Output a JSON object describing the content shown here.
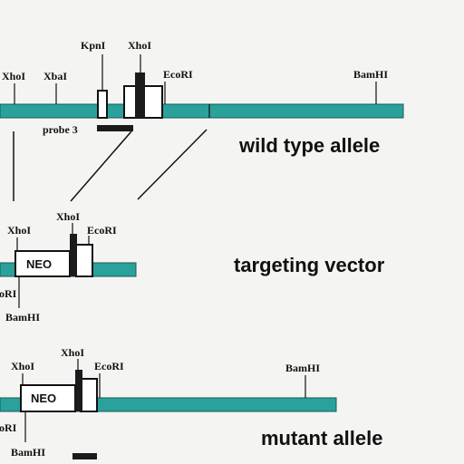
{
  "colors": {
    "chromosome": "#2aa19b",
    "chromosome_stroke": "#1a5a57",
    "box_fill": "#ffffff",
    "exon_dark": "#1b1b1b",
    "line": "#111111",
    "background": "#f4f4f2"
  },
  "wild_type": {
    "title": "wild type allele",
    "probe_label": "probe 3",
    "sites": {
      "xhoi_left": "XhoI",
      "xbai": "XbaI",
      "kpni": "KpnI",
      "xhoi_mid": "XhoI",
      "ecori": "EcoRI",
      "bamhi": "BamHI"
    }
  },
  "targeting_vector": {
    "title": "targeting vector",
    "neo_label": "NEO",
    "sites": {
      "xhoi_left": "XhoI",
      "xhoi_top": "XhoI",
      "ecori": "EcoRI",
      "ecori_cut": "oRI",
      "bamhi": "BamHI"
    }
  },
  "mutant": {
    "title": "mutant allele",
    "neo_label": "NEO",
    "sites": {
      "xhoi_left": "XhoI",
      "xhoi_top": "XhoI",
      "ecori": "EcoRI",
      "bamhi_right": "BamHI",
      "ecori_cut": "oRI",
      "bamhi": "BamHI"
    }
  }
}
